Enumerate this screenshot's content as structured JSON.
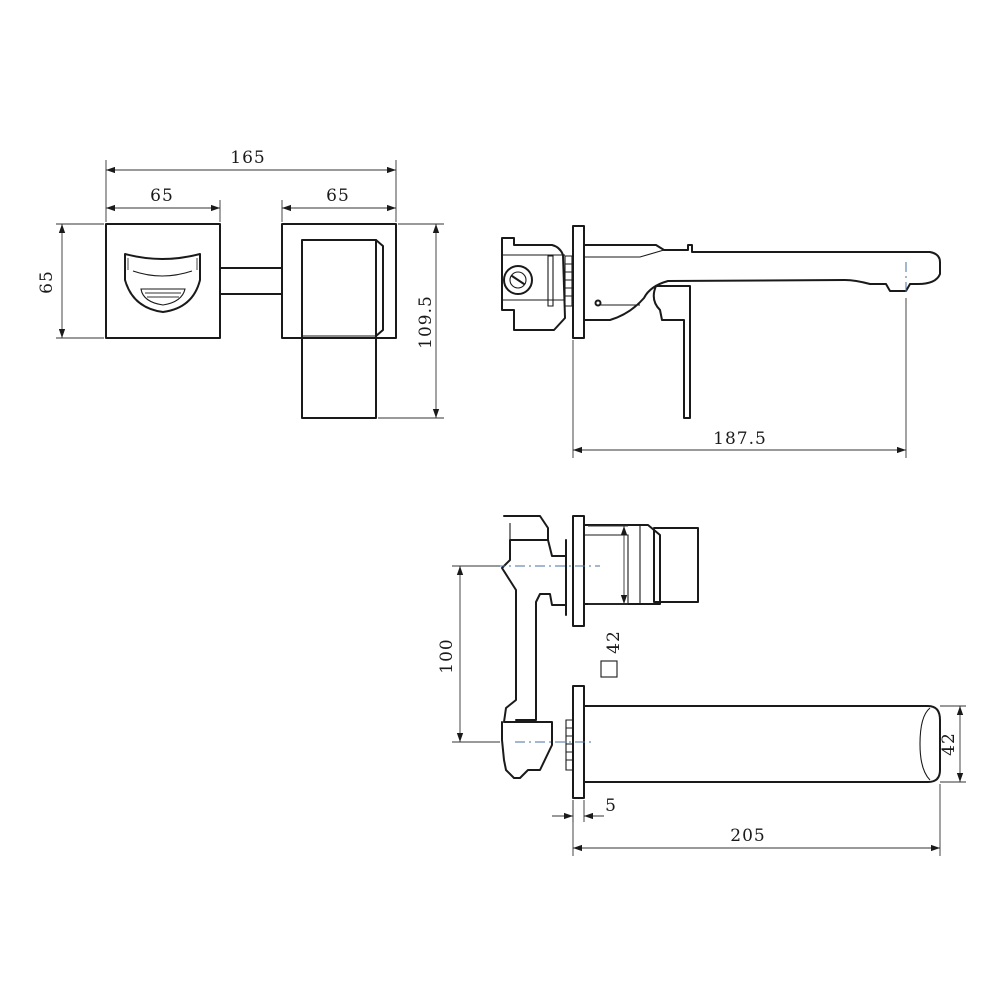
{
  "dimensions": {
    "front_total_width": "165",
    "front_handle_plate_width": "65",
    "front_spout_plate_width": "65",
    "front_plate_height": "65",
    "front_overall_height": "109.5",
    "side_spout_projection": "187.5",
    "top_centre_distance": "100",
    "top_plate_square": "42",
    "top_spout_height": "42",
    "top_plate_thickness": "5",
    "top_spout_projection": "205"
  },
  "symbols": {
    "square_symbol": "square-icon"
  },
  "colors": {
    "line": "#1a1a1a",
    "centerline": "#4a6fa5",
    "background": "#ffffff"
  }
}
